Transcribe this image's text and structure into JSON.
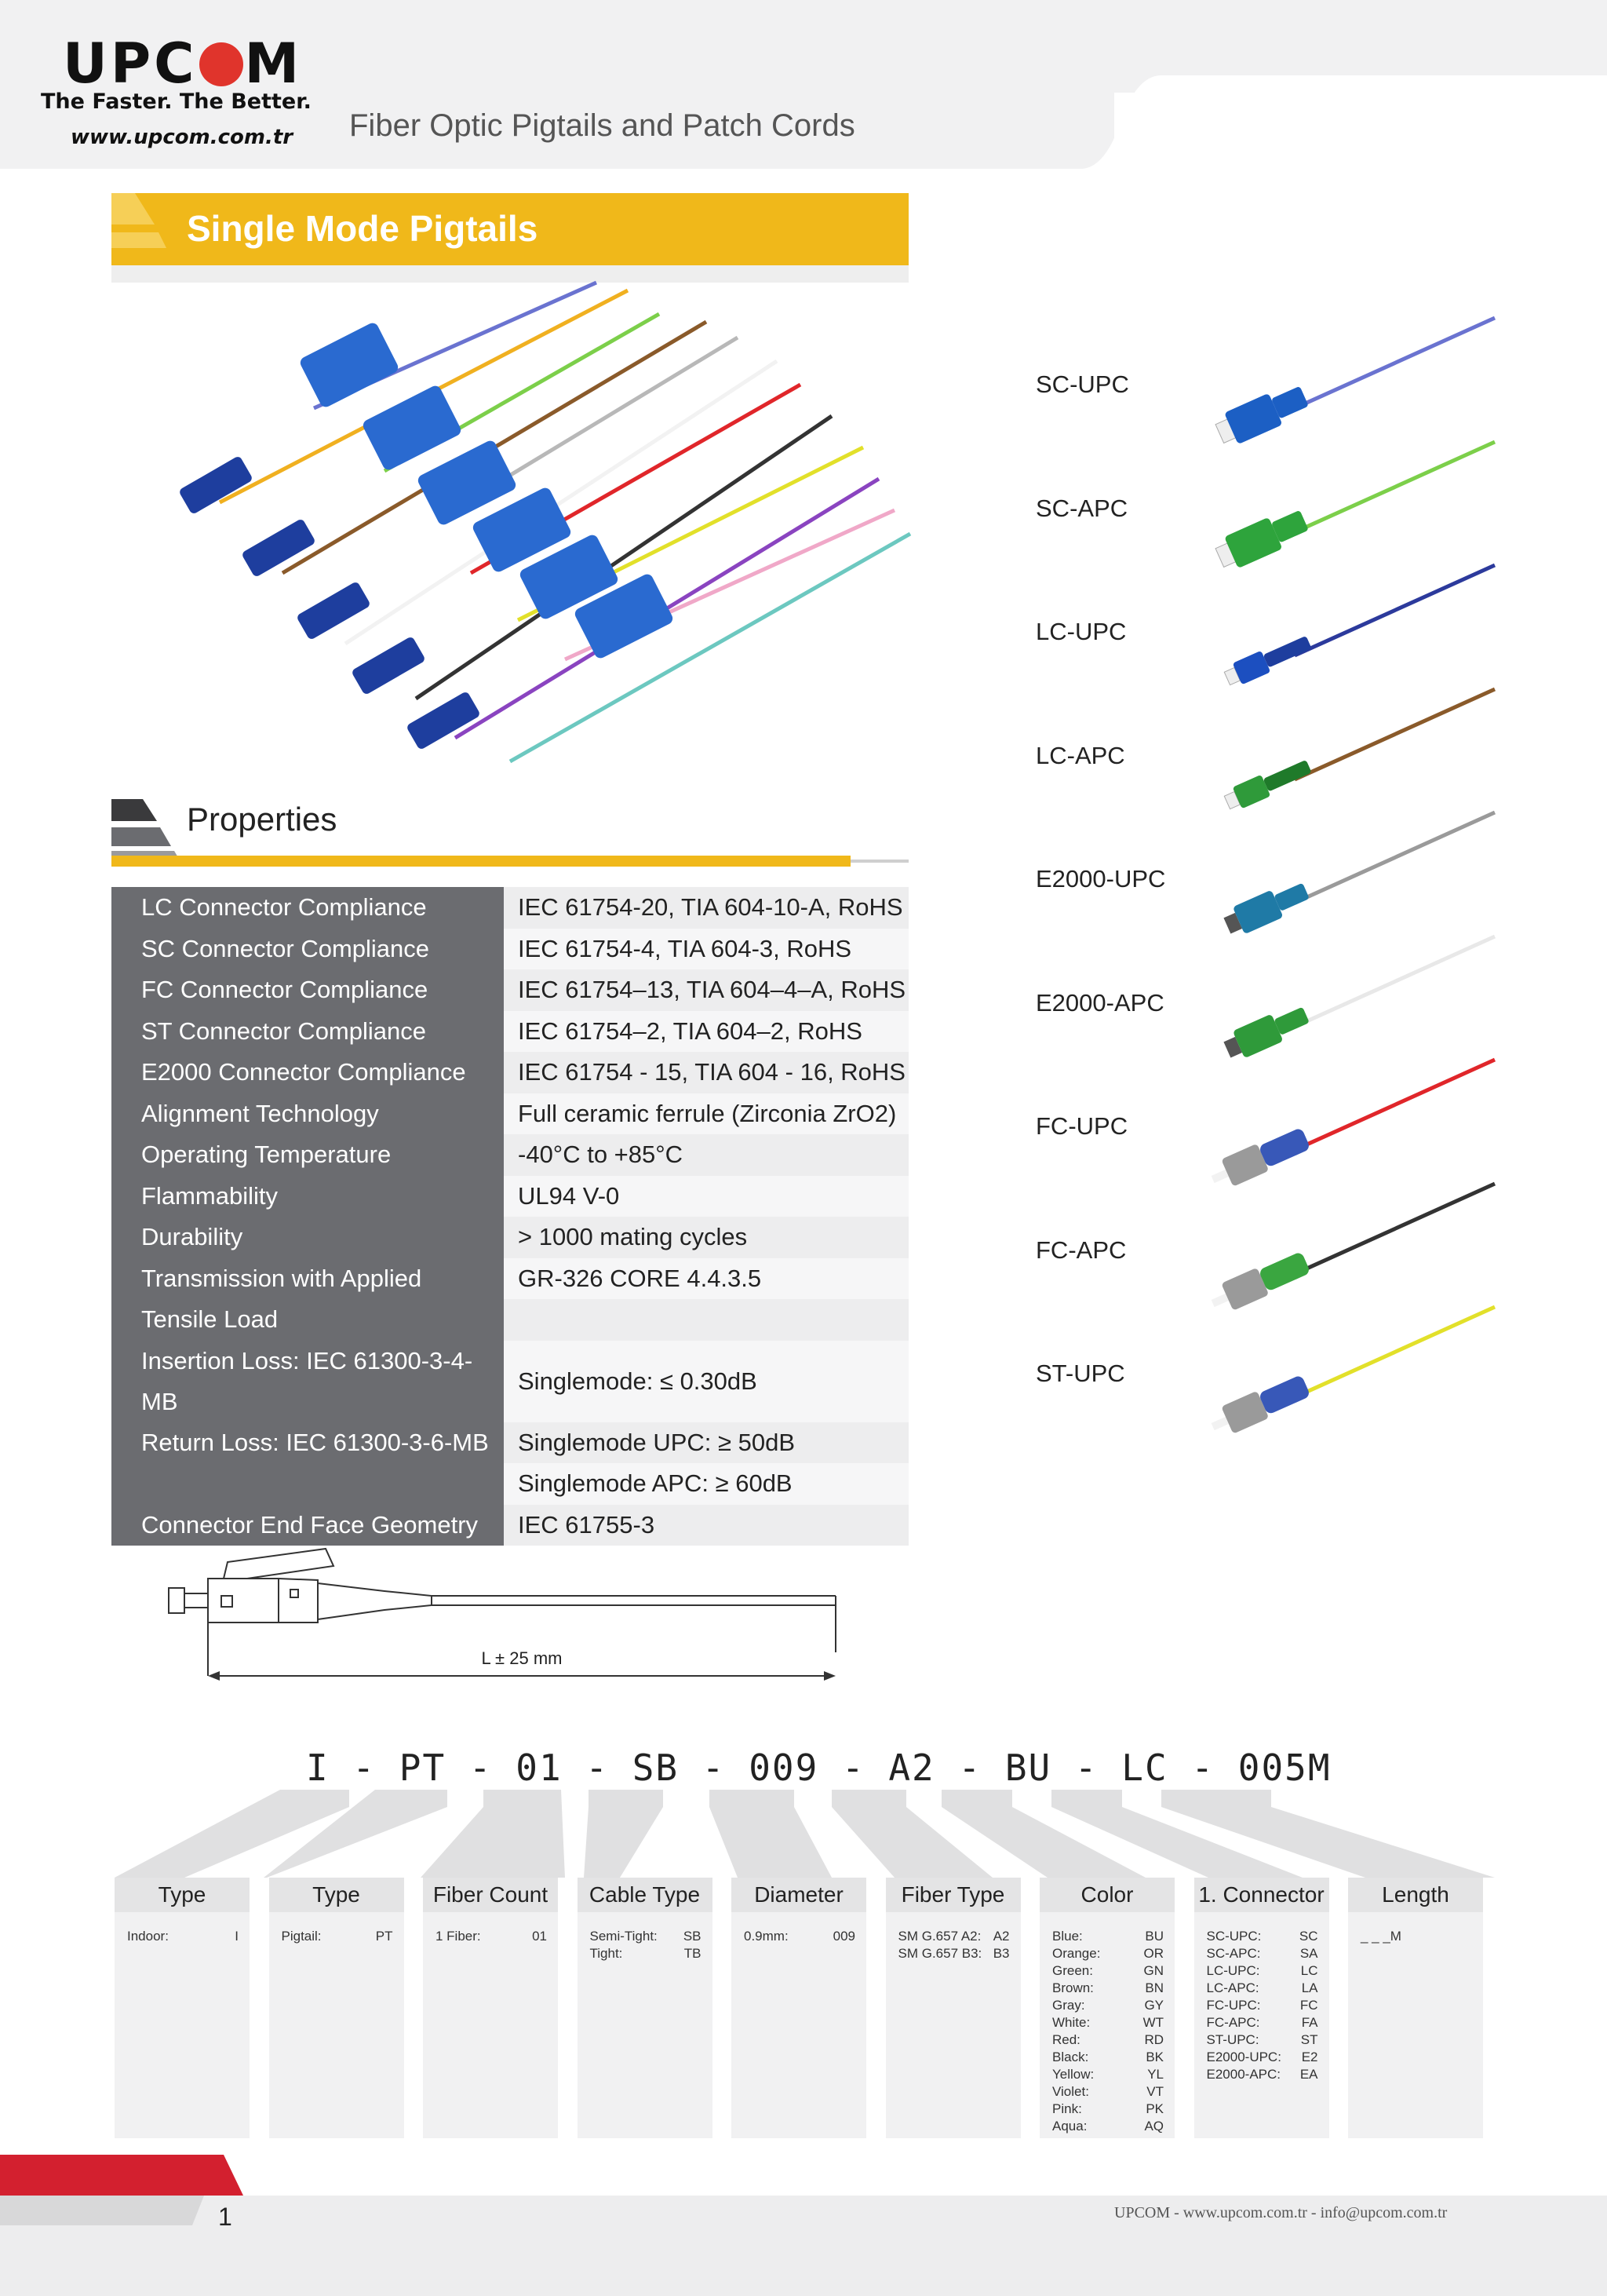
{
  "header": {
    "logo_left": "UPC",
    "logo_right": "M",
    "tagline": "The Faster. The Better.",
    "website": "www.upcom.com.tr",
    "title": "Fiber Optic Pigtails and Patch Cords"
  },
  "section": {
    "title": "Single Mode Pigtails"
  },
  "properties": {
    "title": "Properties",
    "rows": [
      {
        "k": "LC Connector Compliance",
        "v": "IEC 61754-20, TIA 604-10-A, RoHS"
      },
      {
        "k": "SC Connector Compliance",
        "v": "IEC 61754-4, TIA 604-3, RoHS"
      },
      {
        "k": "FC Connector Compliance",
        "v": "IEC 61754–13, TIA 604–4–A, RoHS"
      },
      {
        "k": "ST Connector Compliance",
        "v": "IEC 61754–2, TIA 604–2, RoHS"
      },
      {
        "k": "E2000 Connector Compliance",
        "v": "IEC 61754 - 15, TIA 604 - 16, RoHS"
      },
      {
        "k": "Alignment Technology",
        "v": "Full ceramic ferrule (Zirconia ZrO2)"
      },
      {
        "k": "Operating Temperature",
        "v": "-40°C to +85°C"
      },
      {
        "k": "Flammability",
        "v": "UL94 V-0"
      },
      {
        "k": "Durability",
        "v": "> 1000 mating cycles"
      },
      {
        "k": "Transmission with Applied",
        "v": "GR-326 CORE 4.4.3.5"
      },
      {
        "k": "Tensile Load",
        "v": ""
      },
      {
        "k": "Insertion Loss: IEC 61300-3-4-MB",
        "v": "Singlemode: ≤ 0.30dB"
      },
      {
        "k": "Return Loss: IEC 61300-3-6-MB",
        "v": "Singlemode UPC: ≥ 50dB"
      },
      {
        "k": "",
        "v": "Singlemode APC: ≥ 60dB"
      },
      {
        "k": "Connector End Face Geometry",
        "v": "IEC 61755-3"
      }
    ]
  },
  "connectors": [
    {
      "label": "SC-UPC",
      "body": "#1c5fc4",
      "cable": "#6a73d0",
      "kind": "sc"
    },
    {
      "label": "SC-APC",
      "body": "#2ea43c",
      "cable": "#7ccf4a",
      "kind": "sc"
    },
    {
      "label": "LC-UPC",
      "body": "#1c4fc0",
      "cable": "#2c3a9c",
      "kind": "lc"
    },
    {
      "label": "LC-APC",
      "body": "#2f9a3a",
      "cable": "#8a5a2a",
      "kind": "lc"
    },
    {
      "label": "E2000-UPC",
      "body": "#1f7aa6",
      "cable": "#9a9a9a",
      "kind": "e2"
    },
    {
      "label": "E2000-APC",
      "body": "#2f9a3a",
      "cable": "#e8e8e8",
      "kind": "e2"
    },
    {
      "label": "FC-UPC",
      "body": "#3858b8",
      "cable": "#e0262a",
      "kind": "fc"
    },
    {
      "label": "FC-APC",
      "body": "#3aa640",
      "cable": "#333333",
      "kind": "fc"
    },
    {
      "label": "ST-UPC",
      "body": "#3858b8",
      "cable": "#e2e02a",
      "kind": "st"
    }
  ],
  "drawing": {
    "length_label": "L ± 25 mm"
  },
  "partcode": {
    "code": "I - PT - 01 - SB - 009 - A2 - BU - LC - 005M",
    "columns": [
      {
        "head": "Type",
        "items": [
          [
            "Indoor:",
            "I"
          ]
        ]
      },
      {
        "head": "Type",
        "items": [
          [
            "Pigtail:",
            "PT"
          ]
        ]
      },
      {
        "head": "Fiber Count",
        "items": [
          [
            "1 Fiber:",
            "01"
          ]
        ]
      },
      {
        "head": "Cable Type",
        "items": [
          [
            "Semi-Tight:",
            "SB"
          ],
          [
            "Tight:",
            "TB"
          ]
        ]
      },
      {
        "head": "Diameter",
        "items": [
          [
            "0.9mm:",
            "009"
          ]
        ]
      },
      {
        "head": "Fiber Type",
        "items": [
          [
            "SM G.657 A2:",
            "A2"
          ],
          [
            "SM G.657 B3:",
            "B3"
          ]
        ]
      },
      {
        "head": "Color",
        "items": [
          [
            "Blue:",
            "BU"
          ],
          [
            "Orange:",
            "OR"
          ],
          [
            "Green:",
            "GN"
          ],
          [
            "Brown:",
            "BN"
          ],
          [
            "Gray:",
            "GY"
          ],
          [
            "White:",
            "WT"
          ],
          [
            "Red:",
            "RD"
          ],
          [
            "Black:",
            "BK"
          ],
          [
            "Yellow:",
            "YL"
          ],
          [
            "Violet:",
            "VT"
          ],
          [
            "Pink:",
            "PK"
          ],
          [
            "Aqua:",
            "AQ"
          ]
        ]
      },
      {
        "head": "1. Connector",
        "items": [
          [
            "SC-UPC:",
            "SC"
          ],
          [
            "SC-APC:",
            "SA"
          ],
          [
            "LC-UPC:",
            "LC"
          ],
          [
            "LC-APC:",
            "LA"
          ],
          [
            "FC-UPC:",
            "FC"
          ],
          [
            "FC-APC:",
            "FA"
          ],
          [
            "ST-UPC:",
            "ST"
          ],
          [
            "E2000-UPC:",
            "E2"
          ],
          [
            "E2000-APC:",
            "EA"
          ]
        ]
      },
      {
        "head": "Length",
        "items": [
          [
            "_ _ _M",
            ""
          ]
        ]
      }
    ]
  },
  "footer": {
    "page": "1",
    "contact": "UPCOM - www.upcom.com.tr - info@upcom.com.tr"
  }
}
